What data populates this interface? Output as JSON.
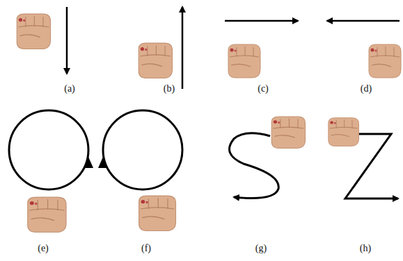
{
  "diagram": {
    "labels": [
      "(a)",
      "(b)",
      "(c)",
      "(d)",
      "(e)",
      "(f)",
      "(g)",
      "(h)"
    ]
  }
}
